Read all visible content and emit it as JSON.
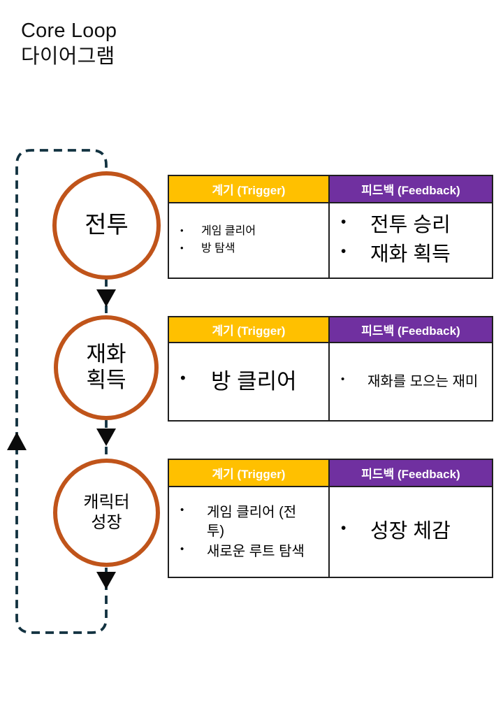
{
  "title": {
    "line1": "Core Loop",
    "line2": "다이어그램"
  },
  "colors": {
    "circle_stroke": "#C0541A",
    "loop_line": "#123240",
    "arrow_fill": "#0b0b0b",
    "trigger_header_bg": "#FFC000",
    "feedback_header_bg": "#7030A0",
    "header_text": "#FFFFFF",
    "table_border": "#1F1F1F"
  },
  "nodes": [
    {
      "id": "battle",
      "lines": [
        "전투"
      ]
    },
    {
      "id": "currency-gain",
      "lines": [
        "재화",
        "획득"
      ]
    },
    {
      "id": "character-growth",
      "lines": [
        "캐릭터",
        "성장"
      ]
    }
  ],
  "tables": [
    {
      "trigger_header": "계기 (Trigger)",
      "feedback_header": "피드백 (Feedback)",
      "trigger_items": [
        "게임 클리어",
        "방 탐색"
      ],
      "feedback_items": [
        "전투 승리",
        "재화 획득"
      ]
    },
    {
      "trigger_header": "계기 (Trigger)",
      "feedback_header": "피드백 (Feedback)",
      "trigger_items": [
        "방 클리어"
      ],
      "feedback_items": [
        "재화를 모으는 재미"
      ]
    },
    {
      "trigger_header": "계기 (Trigger)",
      "feedback_header": "피드백 (Feedback)",
      "trigger_items": [
        "게임 클리어 (전투)",
        "새로운 루트 탐색"
      ],
      "feedback_items": [
        "성장 체감"
      ]
    }
  ]
}
